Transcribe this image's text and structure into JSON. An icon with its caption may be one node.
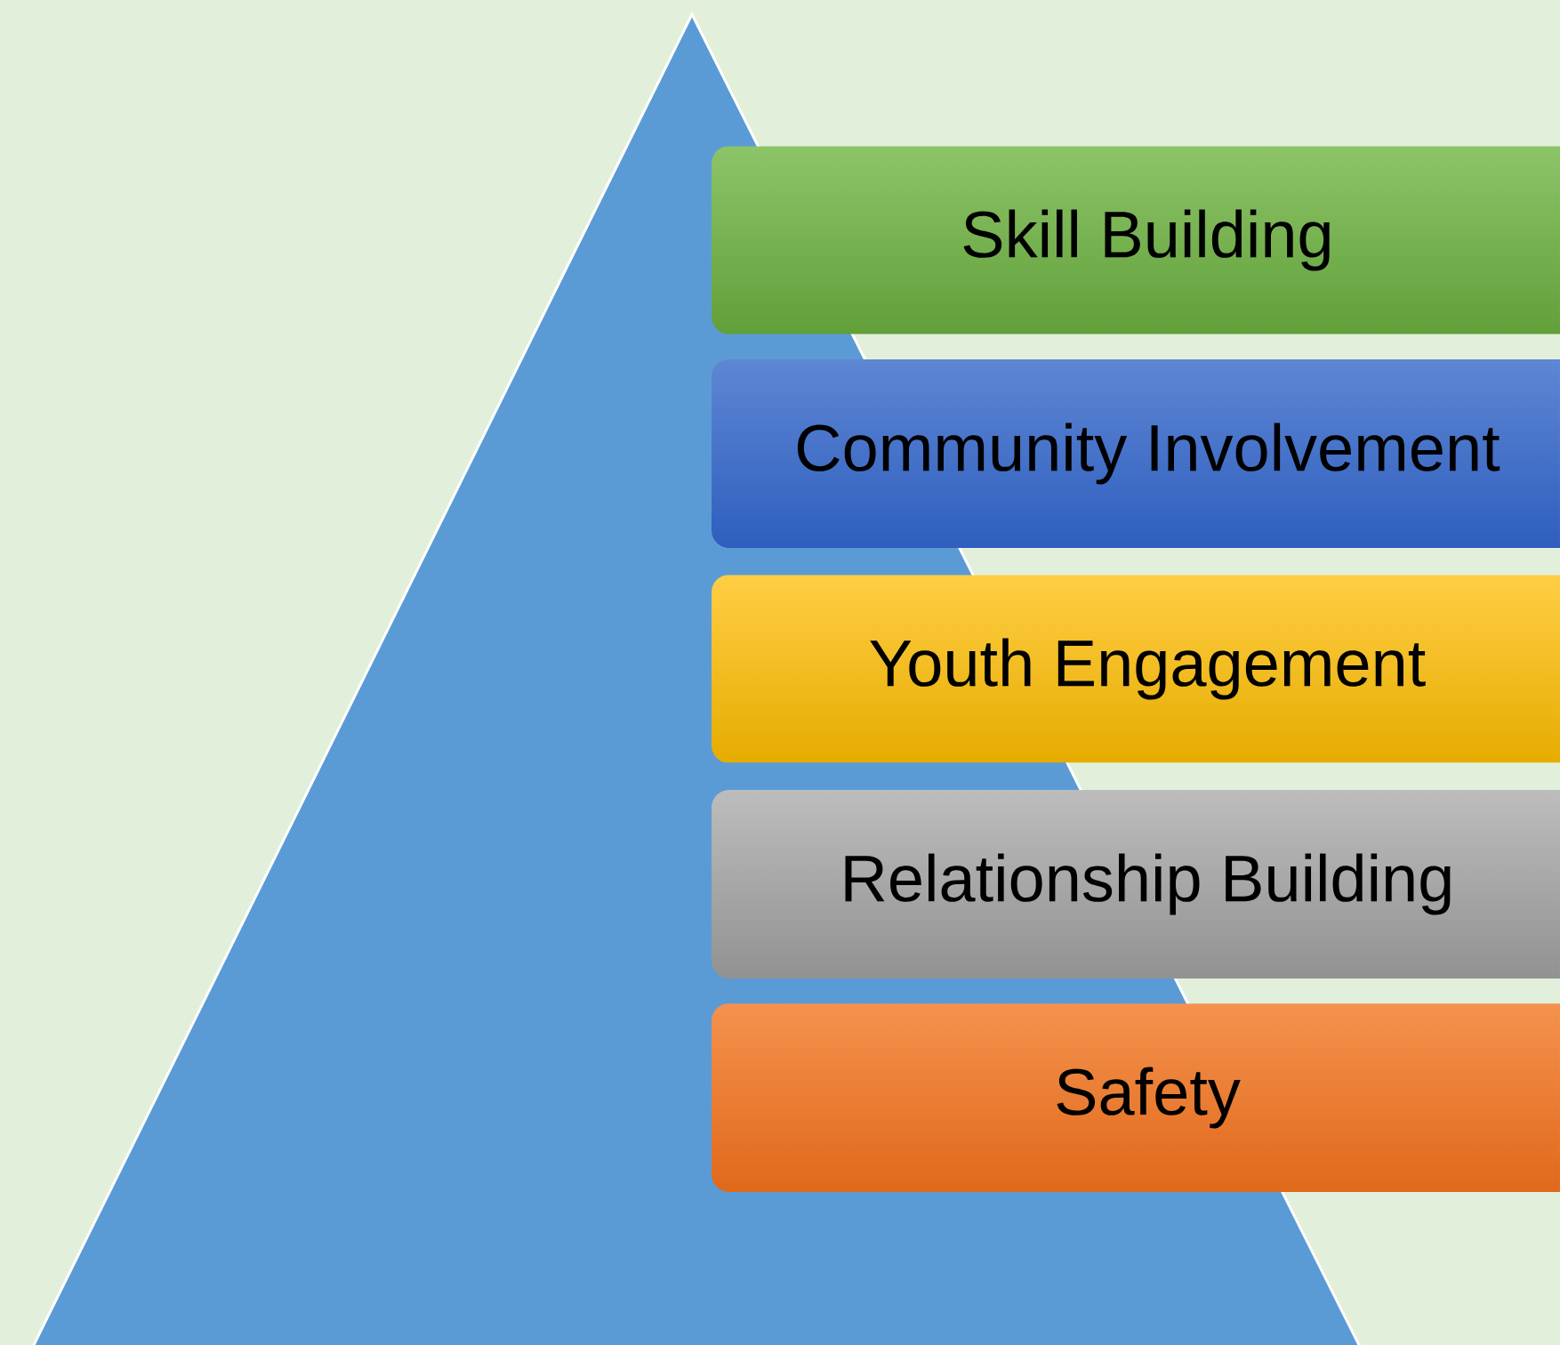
{
  "diagram": {
    "nodes": [
      {
        "text": [
          "Skill Building"
        ]
      },
      {
        "text": [
          "Community Involvement"
        ]
      },
      {
        "text": [
          "Youth Engagement"
        ]
      },
      {
        "text": [
          "Relationship Building"
        ]
      },
      {
        "text": [
          "Safety"
        ]
      }
    ]
  }
}
